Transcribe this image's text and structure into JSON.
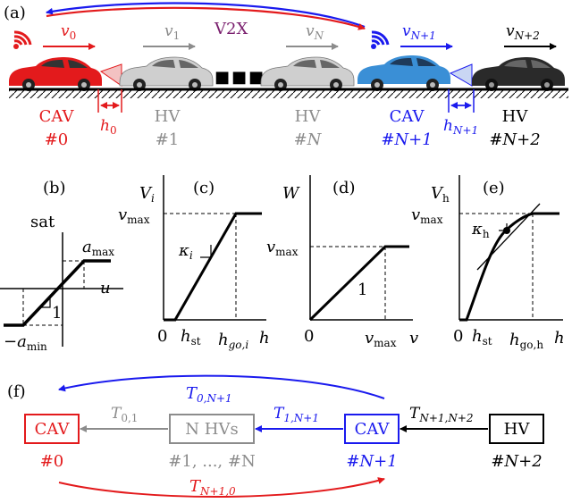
{
  "colors": {
    "cav0": "#e31a1c",
    "hv": "#8c8c8c",
    "cavN1": "#1a1aee",
    "black": "#000000",
    "v2x": "#7a1f6e"
  },
  "panel_a": {
    "label": "(a)",
    "v2x": "V2X",
    "dots": "■■■",
    "vehicles": [
      {
        "type": "CAV",
        "num": "#0",
        "speed_sym": "v",
        "speed_sub": "0",
        "headway_sym": "h",
        "headway_sub": "0",
        "color": "#e31a1c"
      },
      {
        "type": "HV",
        "num": "#1",
        "speed_sym": "v",
        "speed_sub": "1",
        "color": "#8c8c8c"
      },
      {
        "type": "HV",
        "num": "#N",
        "speed_sym": "v",
        "speed_sub": "N",
        "color": "#8c8c8c"
      },
      {
        "type": "CAV",
        "num": "#N+1",
        "speed_sym": "v",
        "speed_sub": "N+1",
        "headway_sym": "h",
        "headway_sub": "N+1",
        "color": "#1a1aee"
      },
      {
        "type": "HV",
        "num": "#N+2",
        "speed_sym": "v",
        "speed_sub": "N+2",
        "color": "#000000"
      }
    ]
  },
  "panel_b": {
    "label": "(b)",
    "y_axis": "sat",
    "x_axis": "u",
    "top": "a",
    "top_sub": "max",
    "bottom": "−a",
    "bottom_sub": "min",
    "slope": "1"
  },
  "panel_c": {
    "label": "(c)",
    "y_axis": "V",
    "y_sub": "i",
    "y_top": "v",
    "y_top_sub": "max",
    "slope": "κ",
    "slope_sub": "i",
    "origin": "0",
    "x_tick1": "h",
    "x_tick1_sub": "st",
    "x_tick2": "h",
    "x_tick2_sub": "go,i",
    "x_axis": "h"
  },
  "panel_d": {
    "label": "(d)",
    "y_axis": "W",
    "y_top": "v",
    "y_top_sub": "max",
    "slope": "1",
    "origin": "0",
    "x_tick": "v",
    "x_tick_sub": "max",
    "x_axis": "v"
  },
  "panel_e": {
    "label": "(e)",
    "y_axis": "V",
    "y_sub": "h",
    "y_top": "v",
    "y_top_sub": "max",
    "slope": "κ",
    "slope_sub": "h",
    "origin": "0",
    "x_tick1": "h",
    "x_tick1_sub": "st",
    "x_tick2": "h",
    "x_tick2_sub": "go,h",
    "x_axis": "h"
  },
  "panel_f": {
    "label": "(f)",
    "nodes": [
      {
        "label": "CAV",
        "num": "#0",
        "color": "#e31a1c"
      },
      {
        "label": "N HVs",
        "num": "#1, ..., #N",
        "color": "#8c8c8c"
      },
      {
        "label": "CAV",
        "num": "#N+1",
        "color": "#1a1aee"
      },
      {
        "label": "HV",
        "num": "#N+2",
        "color": "#000000"
      }
    ],
    "edges": [
      {
        "sym": "T",
        "sub": "0,1",
        "color": "#8c8c8c"
      },
      {
        "sym": "T",
        "sub": "1,N+1",
        "color": "#1a1aee"
      },
      {
        "sym": "T",
        "sub": "N+1,N+2",
        "color": "#000000"
      },
      {
        "sym": "T",
        "sub": "0,N+1",
        "color": "#1a1aee"
      },
      {
        "sym": "T",
        "sub": "N+1,0",
        "color": "#e31a1c"
      }
    ]
  }
}
